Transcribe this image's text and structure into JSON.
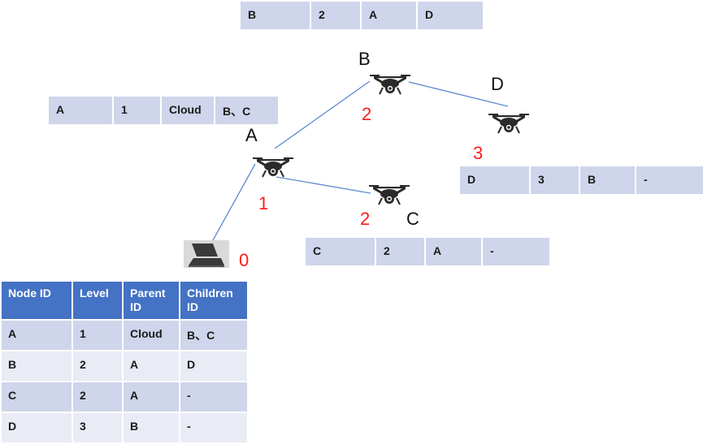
{
  "nodes": {
    "A": {
      "name": "A",
      "level": "1"
    },
    "B": {
      "name": "B",
      "level": "2"
    },
    "C": {
      "name": "C",
      "level": "2"
    },
    "D": {
      "name": "D",
      "level": "3"
    },
    "gateway": {
      "level": "0"
    }
  },
  "row_tables": {
    "A": [
      "A",
      "1",
      "Cloud",
      "B、C"
    ],
    "B": [
      "B",
      "2",
      "A",
      "D"
    ],
    "C": [
      "C",
      "2",
      "A",
      "-"
    ],
    "D": [
      "D",
      "3",
      "B",
      "-"
    ]
  },
  "table": {
    "headers": [
      "Node ID",
      "Level",
      "Parent ID",
      "Children ID"
    ],
    "rows": [
      [
        "A",
        "1",
        "Cloud",
        "B、C"
      ],
      [
        "B",
        "2",
        "A",
        "D"
      ],
      [
        "C",
        "2",
        "A",
        "-"
      ],
      [
        "D",
        "3",
        "B",
        "-"
      ]
    ]
  },
  "colors": {
    "link": "#5b8bd0",
    "level_text": "#ff1a1a",
    "header_bg": "#4472c4",
    "row_dark": "#cfd5ea",
    "row_light": "#e9ebf5",
    "drone": "#2b2b2b"
  },
  "icons": [
    "drone-icon",
    "laptop-icon"
  ]
}
